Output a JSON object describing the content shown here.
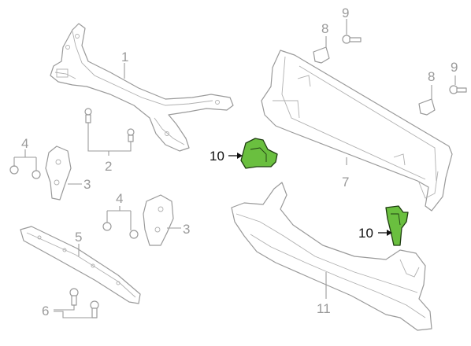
{
  "diagram": {
    "highlight_color": "#6abf3f",
    "line_color": "#9a9a9a",
    "callouts": [
      {
        "id": "c1",
        "text": "1"
      },
      {
        "id": "c2",
        "text": "2"
      },
      {
        "id": "c3a",
        "text": "3"
      },
      {
        "id": "c3b",
        "text": "3"
      },
      {
        "id": "c4a",
        "text": "4"
      },
      {
        "id": "c4b",
        "text": "4"
      },
      {
        "id": "c5",
        "text": "5"
      },
      {
        "id": "c6",
        "text": "6"
      },
      {
        "id": "c7",
        "text": "7"
      },
      {
        "id": "c8a",
        "text": "8"
      },
      {
        "id": "c8b",
        "text": "8"
      },
      {
        "id": "c9a",
        "text": "9"
      },
      {
        "id": "c9b",
        "text": "9"
      },
      {
        "id": "c10a",
        "text": "10"
      },
      {
        "id": "c10b",
        "text": "10"
      },
      {
        "id": "c11",
        "text": "11"
      }
    ]
  }
}
